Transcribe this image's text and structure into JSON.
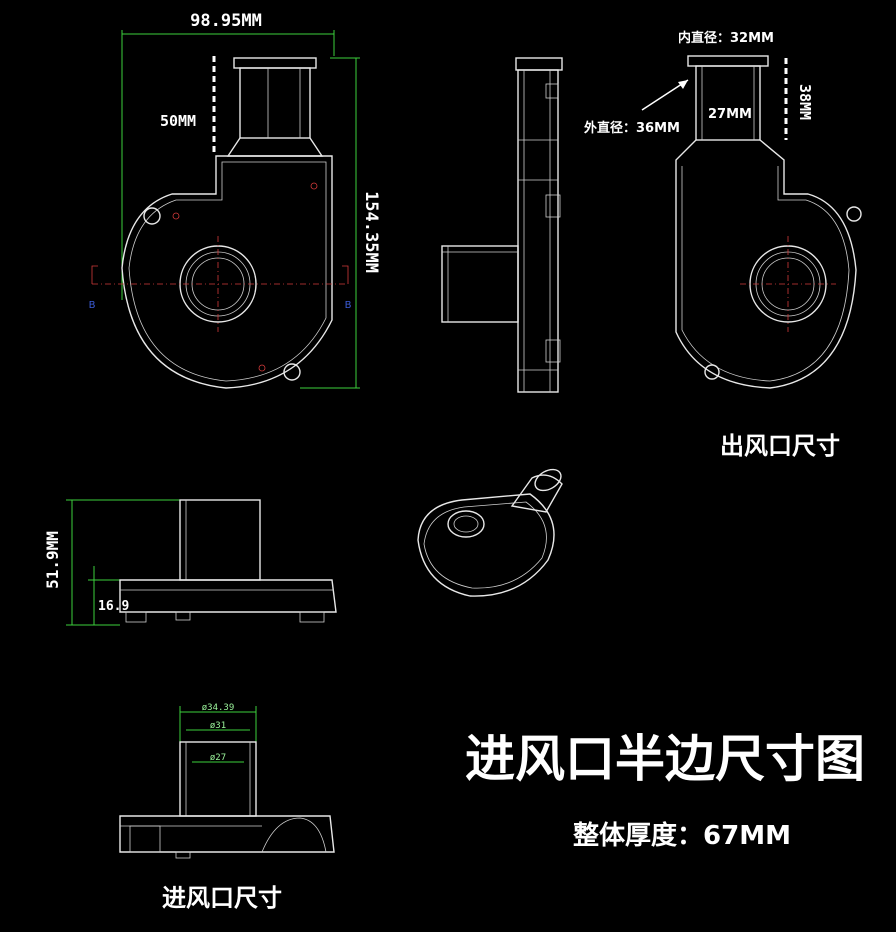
{
  "labels": {
    "width_top": "98.95MM",
    "inlet_length": "50MM",
    "height_side": "154.35MM",
    "inner_diameter": "内直径：32MM",
    "outer_diameter": "外直径：36MM",
    "outlet_27": "27MM",
    "outlet_38": "38MM",
    "outlet_caption": "出风口尺寸",
    "height_51": "51.9MM",
    "base_16": "16.9",
    "d1": "ø34.39",
    "d2": "ø31",
    "d3": "ø27",
    "inlet_caption": "进风口尺寸",
    "big_title": "进风口半边尺寸图",
    "thickness": "整体厚度：67MM",
    "section_a": "B",
    "section_b": "B"
  },
  "colors": {
    "background": "#000000",
    "lines": "#e8e8e8",
    "dimension": "#3ccf3c",
    "center": "#d23a3a"
  }
}
